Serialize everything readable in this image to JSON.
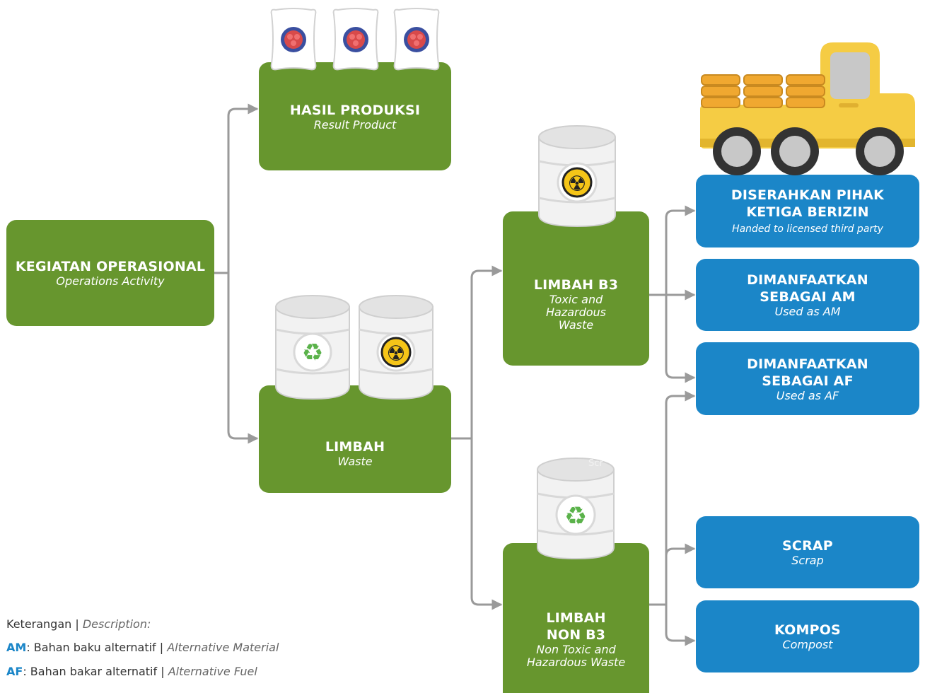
{
  "nodes": {
    "operations": {
      "title": "KEGIATAN OPERASIONAL",
      "subtitle": "Operations Activity"
    },
    "product": {
      "title": "HASIL PRODUKSI",
      "subtitle": "Result Product"
    },
    "waste": {
      "title": "LIMBAH",
      "subtitle": "Waste"
    },
    "b3": {
      "title": "LIMBAH B3",
      "subtitle": "Toxic and Hazardous Waste"
    },
    "nonb3": {
      "title": "LIMBAH NON B3",
      "subtitle": "Non Toxic and Hazardous Waste"
    },
    "third_party": {
      "title": "DISERAHKAN PIHAK KETIGA BERIZIN",
      "subtitle": "Handed to licensed third party"
    },
    "am": {
      "title": "DIMANFAATKAN SEBAGAI AM",
      "subtitle": "Used as AM"
    },
    "af": {
      "title": "DIMANFAATKAN SEBAGAI AF",
      "subtitle": "Used as AF"
    },
    "scrap": {
      "title": "SCRAP",
      "subtitle": "Scrap"
    },
    "compost": {
      "title": "KOMPOS",
      "subtitle": "Compost"
    }
  },
  "legend": {
    "heading": "Keterangan",
    "heading_en": "Description:",
    "separator": " | ",
    "am_abbr": "AM",
    "am_text": ": Bahan baku alternatif",
    "am_en": "Alternative Material",
    "af_abbr": "AF",
    "af_text": ": Bahan bakar alternatif",
    "af_en": "Alternative Fuel"
  },
  "watermark": "Scr",
  "icons": [
    "fertilizer-sack-icon",
    "barrel-icon",
    "recycle-icon",
    "radiation-icon",
    "truck-icon"
  ],
  "colors": {
    "green": "#67962e",
    "blue": "#1b86c8",
    "connector": "#9a9a9a",
    "truck": "#f5cc44"
  }
}
